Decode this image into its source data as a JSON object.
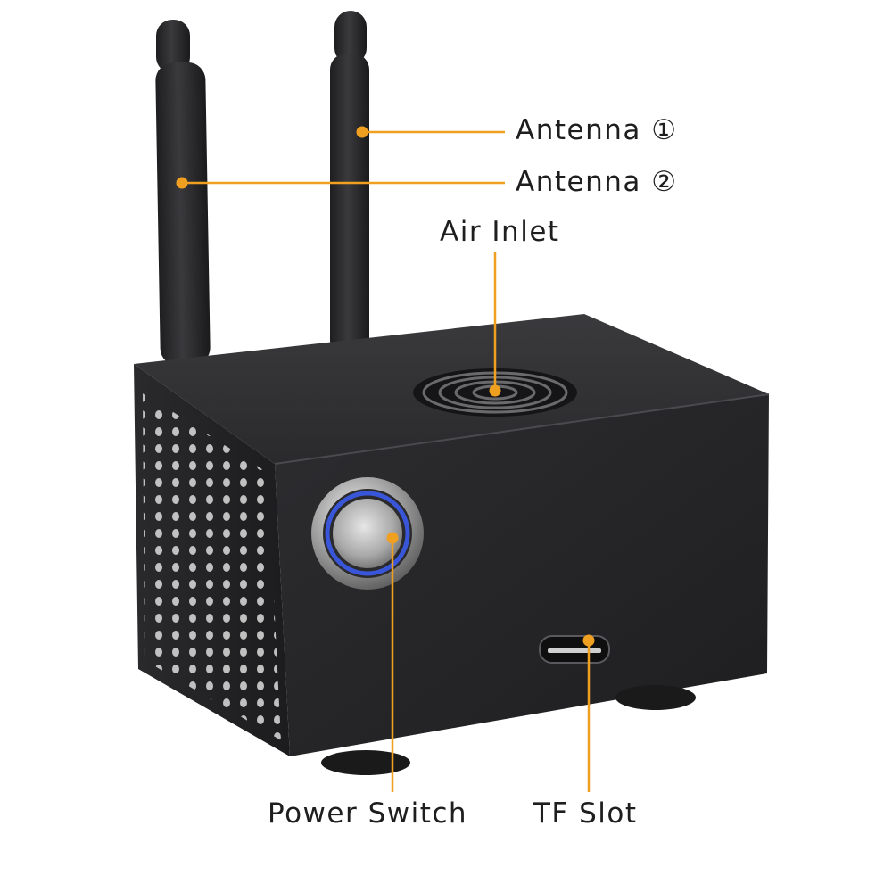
{
  "callouts": {
    "antenna_1": "Antenna ①",
    "antenna_2": "Antenna ②",
    "air_inlet": "Air Inlet",
    "power_switch": "Power Switch",
    "tf_slot": "TF Slot"
  },
  "colors": {
    "callout_line": "#f0a020",
    "label_text": "#1e1e1e",
    "case_body": "#262628",
    "antenna": "#2b2b2d",
    "switch_ring_led": "#3a56d8"
  }
}
